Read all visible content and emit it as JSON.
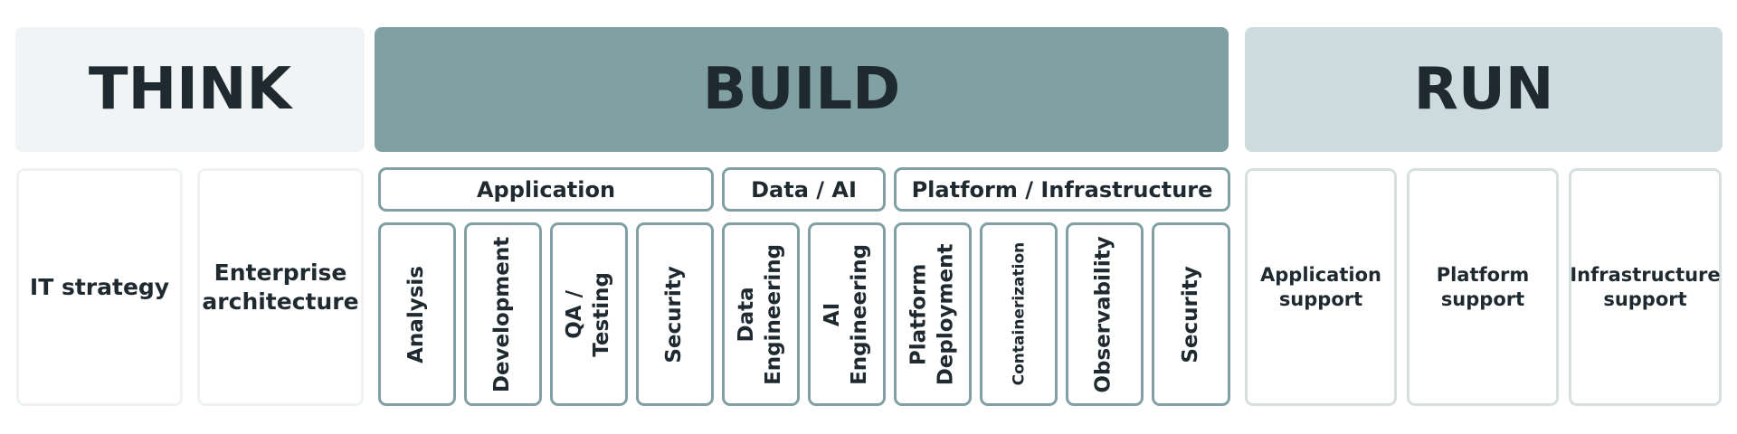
{
  "colors": {
    "think_bg": "#f0f4f4",
    "build_bg": "#81a0a3",
    "run_bg": "#cedbdc",
    "text": "#1f2a30"
  },
  "headers": {
    "think": "THINK",
    "build": "BUILD",
    "run": "RUN"
  },
  "think": {
    "items": [
      "IT strategy",
      "Enterprise\narchitecture"
    ]
  },
  "build": {
    "groups": [
      "Application",
      "Data / AI",
      "Platform / Infrastructure"
    ],
    "items": [
      "Analysis",
      "Development",
      "QA / Testing",
      "Security",
      "Data\nEngineering",
      "AI\nEngineering",
      "Platform\nDeployment",
      "Containerization",
      "Observability",
      "Security"
    ]
  },
  "run": {
    "items": [
      "Application\nsupport",
      "Platform\nsupport",
      "Infrastructure\nsupport"
    ]
  }
}
